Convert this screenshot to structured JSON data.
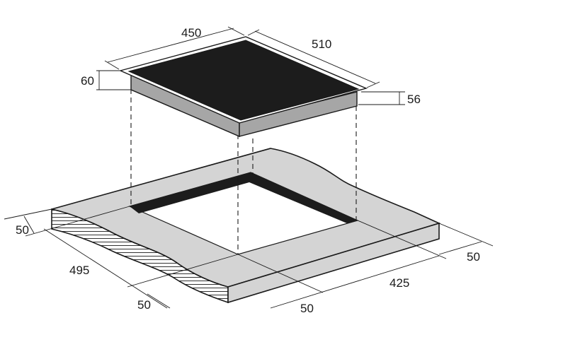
{
  "hob": {
    "width_label": "450",
    "depth_label": "510",
    "total_height_label": "60",
    "body_height_label": "56"
  },
  "cutout": {
    "width_label": "425",
    "depth_label": "495",
    "back_margin_label": "50",
    "left_margin_label": "50",
    "front_margin_label": "50",
    "right_margin_label": "50"
  },
  "colors": {
    "glass": "#1c1c1c",
    "hob_body": "#a6a6a6",
    "countertop": "#d4d4d4",
    "outline": "#1a1a1a",
    "frame": "#ffffff"
  }
}
